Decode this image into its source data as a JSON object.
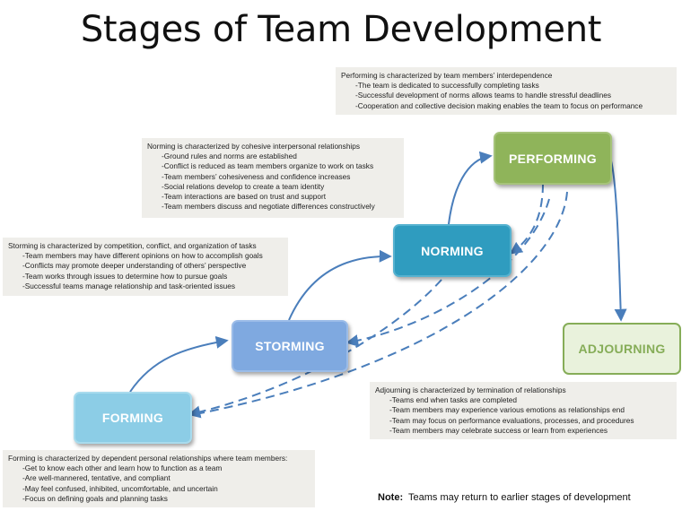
{
  "title": "Stages of Team Development",
  "stages": {
    "performing": "PERFORMING",
    "norming": "NORMING",
    "storming": "STORMING",
    "forming": "FORMING",
    "adjourning": "ADJOURNING"
  },
  "performing_box": {
    "heading": "Performing is characterized by team members’ interdependence",
    "items": [
      "-The team is dedicated to successfully completing tasks",
      "-Successful development of norms allows teams to handle stressful deadlines",
      "-Cooperation and collective decision making enables the team to focus on performance"
    ]
  },
  "norming_box": {
    "heading": "Norming is characterized by cohesive interpersonal relationships",
    "items": [
      "-Ground rules and norms are established",
      "-Conflict is reduced as team members organize to work on tasks",
      "-Team members’ cohesiveness and confidence increases",
      "-Social relations develop to create a team identity",
      "-Team interactions are based on trust and support",
      "-Team members discuss and negotiate differences constructively"
    ]
  },
  "storming_box": {
    "heading": "Storming is characterized by competition, conflict, and organization of tasks",
    "items": [
      "-Team members may have different opinions on how to accomplish goals",
      "-Conflicts may promote deeper understanding of others’ perspective",
      "-Team works through issues to determine how to pursue goals",
      "-Successful teams manage relationship and task-oriented issues"
    ]
  },
  "adjourning_box": {
    "heading": "Adjourning is characterized by termination of relationships",
    "items": [
      "-Teams end when tasks are completed",
      "-Team members may experience various emotions as relationships end",
      "-Team may focus on performance evaluations, processes, and procedures",
      "-Team members may celebrate success or learn from experiences"
    ]
  },
  "forming_box": {
    "heading": "Forming is characterized by dependent personal relationships where team members:",
    "items": [
      "-Get to know each other and learn how to function as a team",
      "-Are well-mannered, tentative, and compliant",
      "-May feel confused, inhibited, uncomfortable, and uncertain",
      "-Focus on defining goals and planning tasks"
    ]
  },
  "note": {
    "label": "Note:",
    "text": "Teams may return to earlier stages of development"
  },
  "colors": {
    "arrow": "#4a7ebb",
    "performing": "#8fb45a",
    "norming": "#2f9cbf",
    "storming": "#7fa9e0",
    "forming": "#8ccde6",
    "adjourning_border": "#86ad58"
  }
}
